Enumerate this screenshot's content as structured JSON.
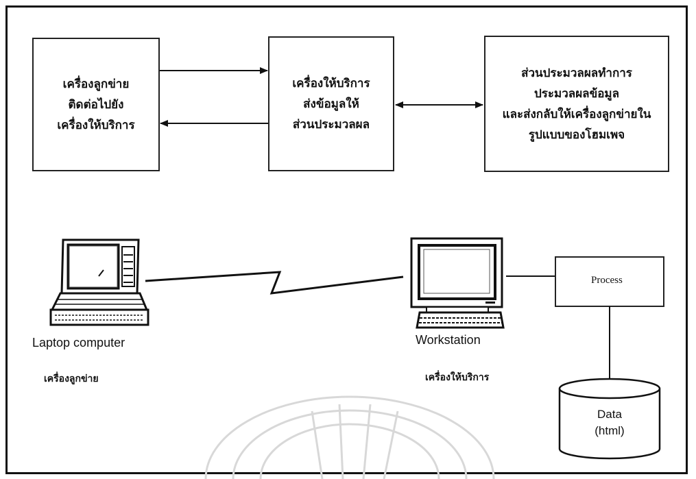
{
  "boxes": {
    "client": [
      "เครื่องลูกข่าย",
      "ติดต่อไปยัง",
      "เครื่องให้บริการ"
    ],
    "server": [
      "เครื่องให้บริการ",
      "ส่งข้อมูลให้",
      "ส่วนประมวลผล"
    ],
    "processor": [
      "ส่วนประมวลผลทำการ",
      "ประมวลผลข้อมูล",
      "และส่งกลับให้เครื่องลูกข่ายใน",
      "รูปแบบของโฮมเพจ"
    ]
  },
  "devices": {
    "laptop": {
      "label": "Laptop computer",
      "caption": "เครื่องลูกข่าย"
    },
    "workstation": {
      "label": "Workstation",
      "caption": "เครื่องให้บริการ"
    },
    "process": {
      "label": "Process"
    },
    "database": {
      "lines": [
        "Data",
        "(html)"
      ]
    }
  }
}
